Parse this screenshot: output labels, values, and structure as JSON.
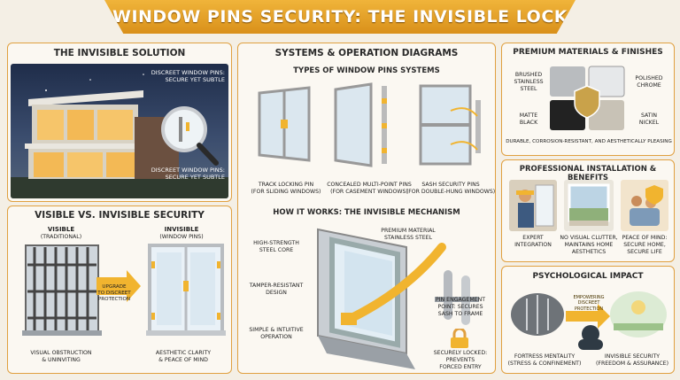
{
  "banner": {
    "title": "WINDOW PINS SECURITY: THE INVISIBLE LOCK"
  },
  "solution": {
    "title": "THE INVISIBLE SOLUTION",
    "callout_top_1": "DISCREET WINDOW PINS:",
    "callout_top_2": "SECURE YET SUBTLE",
    "callout_bottom_1": "DISCREET WINDOW PINS:",
    "callout_bottom_2": "SECURE YET SUBTLE"
  },
  "compare": {
    "title": "VISIBLE VS. INVISIBLE SECURITY",
    "visible_label_1": "VISIBLE",
    "visible_label_2": "(TRADITIONAL)",
    "invisible_label_1": "INVISIBLE",
    "invisible_label_2": "(WINDOW PINS)",
    "arrow_1": "UPGRADE",
    "arrow_2": "TO DISCREET",
    "arrow_3": "PROTECTION",
    "visible_caption_1": "VISUAL OBSTRUCTION",
    "visible_caption_2": "& UNINVITING",
    "invisible_caption_1": "AESTHETIC CLARITY",
    "invisible_caption_2": "& PEACE OF MIND"
  },
  "diagrams": {
    "title": "SYSTEMS & OPERATION DIAGRAMS",
    "types_title": "TYPES OF WINDOW PINS SYSTEMS",
    "types": [
      {
        "name": "TRACK LOCKING PIN",
        "sub": "(FOR SLIDING WINDOWS)"
      },
      {
        "name": "CONCEALED MULTI-POINT PINS",
        "sub": "(FOR CASEMENT WINDOWS)"
      },
      {
        "name": "SASH SECURITY PINS",
        "sub": "(FOR DOUBLE-HUNG WINDOWS)"
      }
    ],
    "how_title": "HOW IT WORKS: THE INVISIBLE MECHANISM",
    "core_1": "HIGH-STRENGTH",
    "core_2": "STEEL CORE",
    "tamper_1": "TAMPER-RESISTANT",
    "tamper_2": "DESIGN",
    "simple_1": "SIMPLE & INTUITIVE",
    "simple_2": "OPERATION",
    "steel_1": "PREMIUM MATERIAL",
    "steel_2": "STAINLESS STEEL",
    "engage_1": "PIN ENGAGEMENT",
    "engage_2": "POINT: SECURES",
    "engage_3": "SASH TO FRAME",
    "locked_1": "SECURELY LOCKED:",
    "locked_2": "PREVENTS",
    "locked_3": "FORCED ENTRY"
  },
  "materials": {
    "title": "PREMIUM MATERIALS & FINISHES",
    "brushed_1": "BRUSHED",
    "brushed_2": "STAINLESS",
    "brushed_3": "STEEL",
    "polished_1": "POLISHED",
    "polished_2": "CHROME",
    "matte_1": "MATTE",
    "matte_2": "BLACK",
    "satin_1": "SATIN",
    "satin_2": "NICKEL",
    "footer": "DURABLE, CORROSION-RESISTANT, AND AESTHETICALLY PLEASING"
  },
  "install": {
    "title": "PROFESSIONAL INSTALLATION & BENEFITS",
    "items": [
      {
        "l1": "EXPERT",
        "l2": "INTEGRATION"
      },
      {
        "l1": "NO VISUAL CLUTTER,",
        "l2": "MAINTAINS HOME",
        "l3": "AESTHETICS"
      },
      {
        "l1": "PEACE OF MIND:",
        "l2": "SECURE HOME,",
        "l3": "SECURE LIFE"
      }
    ]
  },
  "psych": {
    "title": "PSYCHOLOGICAL IMPACT",
    "arrow_1": "EMPOWERING",
    "arrow_2": "DISCREET",
    "arrow_3": "PROTECTION",
    "left_1": "FORTRESS MENTALITY",
    "left_2": "(STRESS & CONFINEMENT)",
    "right_1": "INVISIBLE SECURITY",
    "right_2": "(FREEDOM & ASSURANCE)"
  },
  "colors": {
    "accent": "#e0a040",
    "banner": "#d9901a",
    "pin": "#f1b42f"
  }
}
